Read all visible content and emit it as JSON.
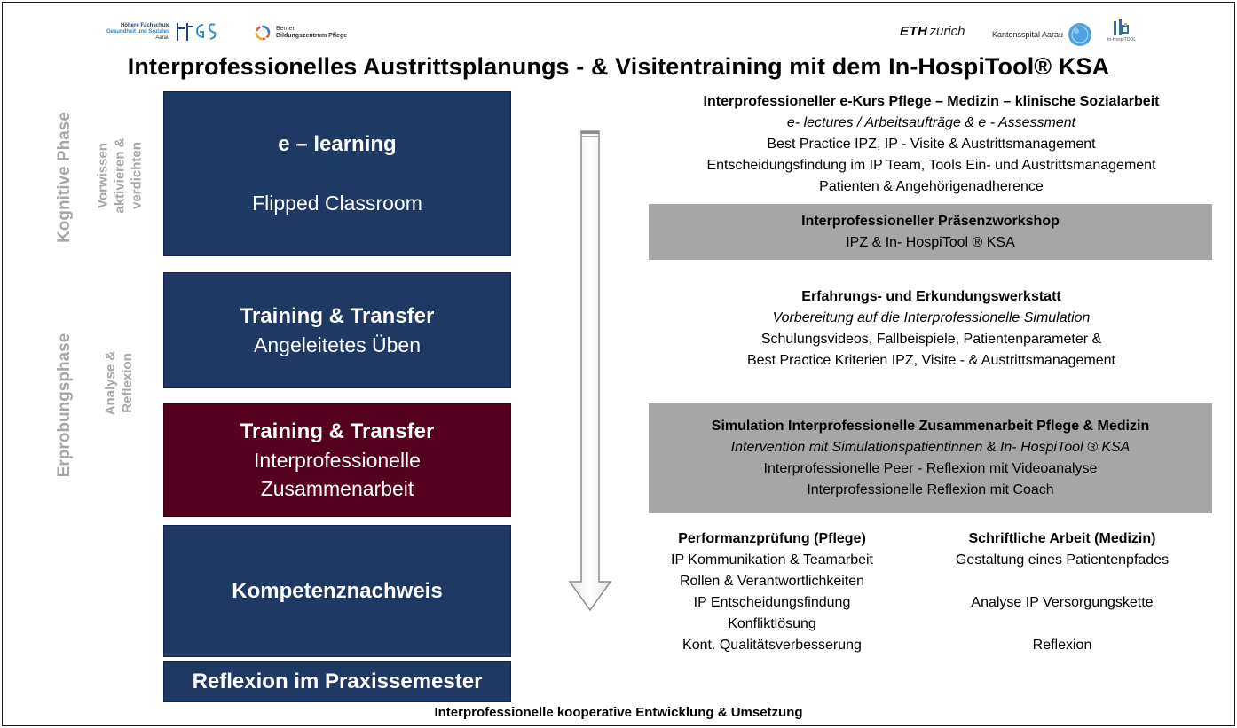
{
  "logos": {
    "hfgs": {
      "line1": "Höhere Fachschule",
      "line2": "Gesundheit und Soziales",
      "line3": "Aarau",
      "mark": "HFGS"
    },
    "berner": {
      "line1": "Berner",
      "line2": "Bildungszentrum Pflege"
    },
    "eth": {
      "bold": "ETH",
      "rest": "zürich"
    },
    "ksa": {
      "label": "Kantonsspital Aarau"
    },
    "inhospitool": {
      "label": "In-HospiTOOL"
    }
  },
  "title": "Interprofessionelles Austrittsplanungs - &  Visitentraining mit dem In-HospiTool® KSA",
  "side_labels": {
    "phase1": "Kognitive Phase",
    "phase1_sub": [
      "Vorwissen",
      "aktivieren &",
      "verdichten"
    ],
    "phase2": "Erprobungsphase",
    "phase2_sub": [
      "Analyse &",
      "Reflexion"
    ]
  },
  "boxes": [
    {
      "title": "e – learning",
      "subtitle": "Flipped Classroom"
    },
    {
      "title": "Training & Transfer",
      "subtitle": "Angeleitetes Üben"
    },
    {
      "title": "Training & Transfer",
      "subtitle1": "Interprofessionelle",
      "subtitle2": "Zusammenarbeit"
    },
    {
      "title": "Kompetenznachweis"
    },
    {
      "title": "Reflexion im Praxissemester"
    }
  ],
  "ekurs": {
    "heading": "Interprofessioneller e-Kurs Pflege – Medizin – klinische Sozialarbeit",
    "italic": "e- lectures  / Arbeitsaufträge &  e - Assessment",
    "lines": [
      "Best Practice IPZ, IP - Visite & Austrittsmanagement",
      "Entscheidungsfindung im IP Team, Tools Ein- und Austrittsmanagement",
      "Patienten & Angehörigenadherence"
    ]
  },
  "workshop": {
    "heading": "Interprofessioneller Präsenzworkshop",
    "line": "IPZ  & In- HospiTool ® KSA"
  },
  "werkstatt": {
    "heading": "Erfahrungs- und Erkundungswerkstatt",
    "italic": "Vorbereitung auf die Interprofessionelle Simulation",
    "lines": [
      "Schulungsvideos, Fallbeispiele, Patientenparameter  &",
      "Best Practice Kriterien IPZ, Visite - & Austrittsmanagement"
    ]
  },
  "simulation": {
    "heading": "Simulation Interprofessionelle Zusammenarbeit Pflege & Medizin",
    "italic": "Intervention mit Simulationspatientinnen & In- HospiTool ® KSA",
    "lines": [
      "Interprofessionelle Peer - Reflexion mit Videoanalyse",
      "Interprofessionelle Reflexion mit Coach"
    ]
  },
  "pflege": {
    "heading": "Performanzprüfung (Pflege)",
    "lines": [
      "IP Kommunikation & Teamarbeit",
      "Rollen & Verantwortlichkeiten",
      "IP Entscheidungsfindung",
      "Konfliktlösung",
      "Kont. Qualitätsverbesserung"
    ]
  },
  "medizin": {
    "heading": "Schriftliche Arbeit (Medizin)",
    "lines": [
      "Gestaltung eines Patientenpfades",
      "",
      "Analyse IP Versorgungskette",
      "",
      "Reflexion"
    ]
  },
  "footer": "Interprofessionelle kooperative Entwicklung & Umsetzung"
}
